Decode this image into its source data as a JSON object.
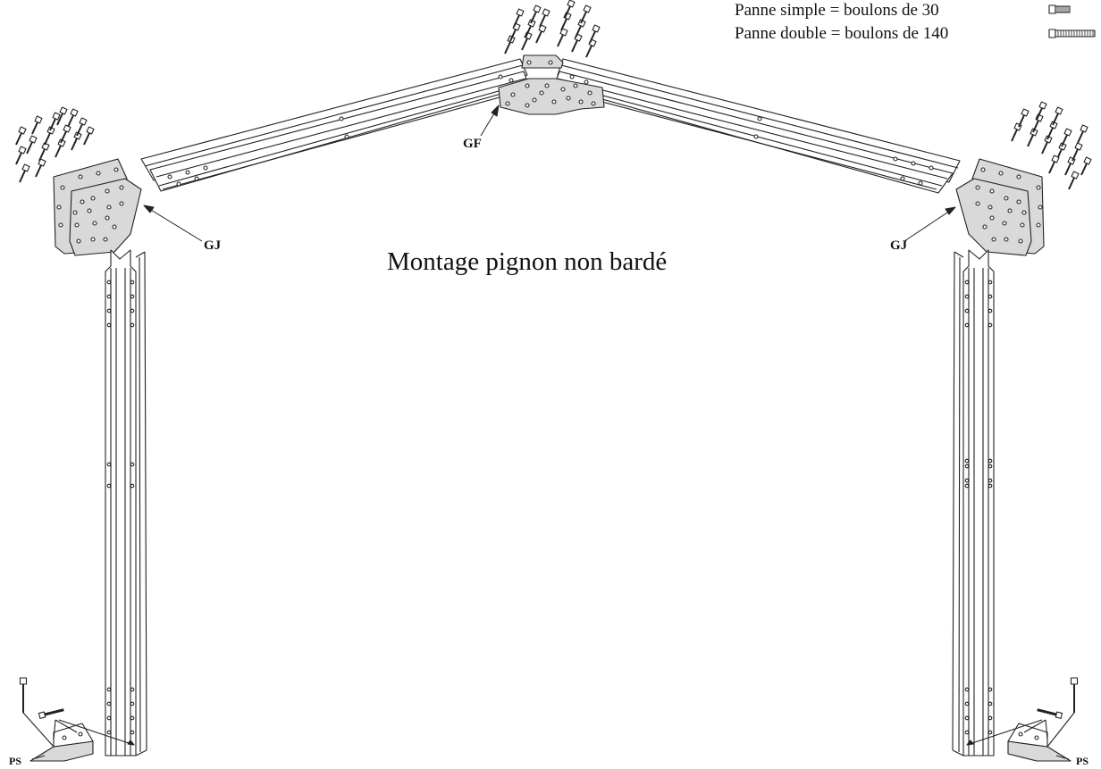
{
  "title": "Montage pignon non bardé",
  "legend": {
    "simple": "Panne simple = boulons de 30",
    "double": "Panne double = boulons de 140"
  },
  "labels": {
    "ridge_gusset": "GF",
    "left_knee_gusset": "GJ",
    "right_knee_gusset": "GJ",
    "left_base_plate": "PS",
    "right_base_plate": "PS"
  },
  "colors": {
    "line": "#222222",
    "plate_fill": "#d9d9d9",
    "profile_fill": "#ffffff"
  },
  "icons": [
    "short-bolt-icon",
    "long-bolt-icon"
  ]
}
